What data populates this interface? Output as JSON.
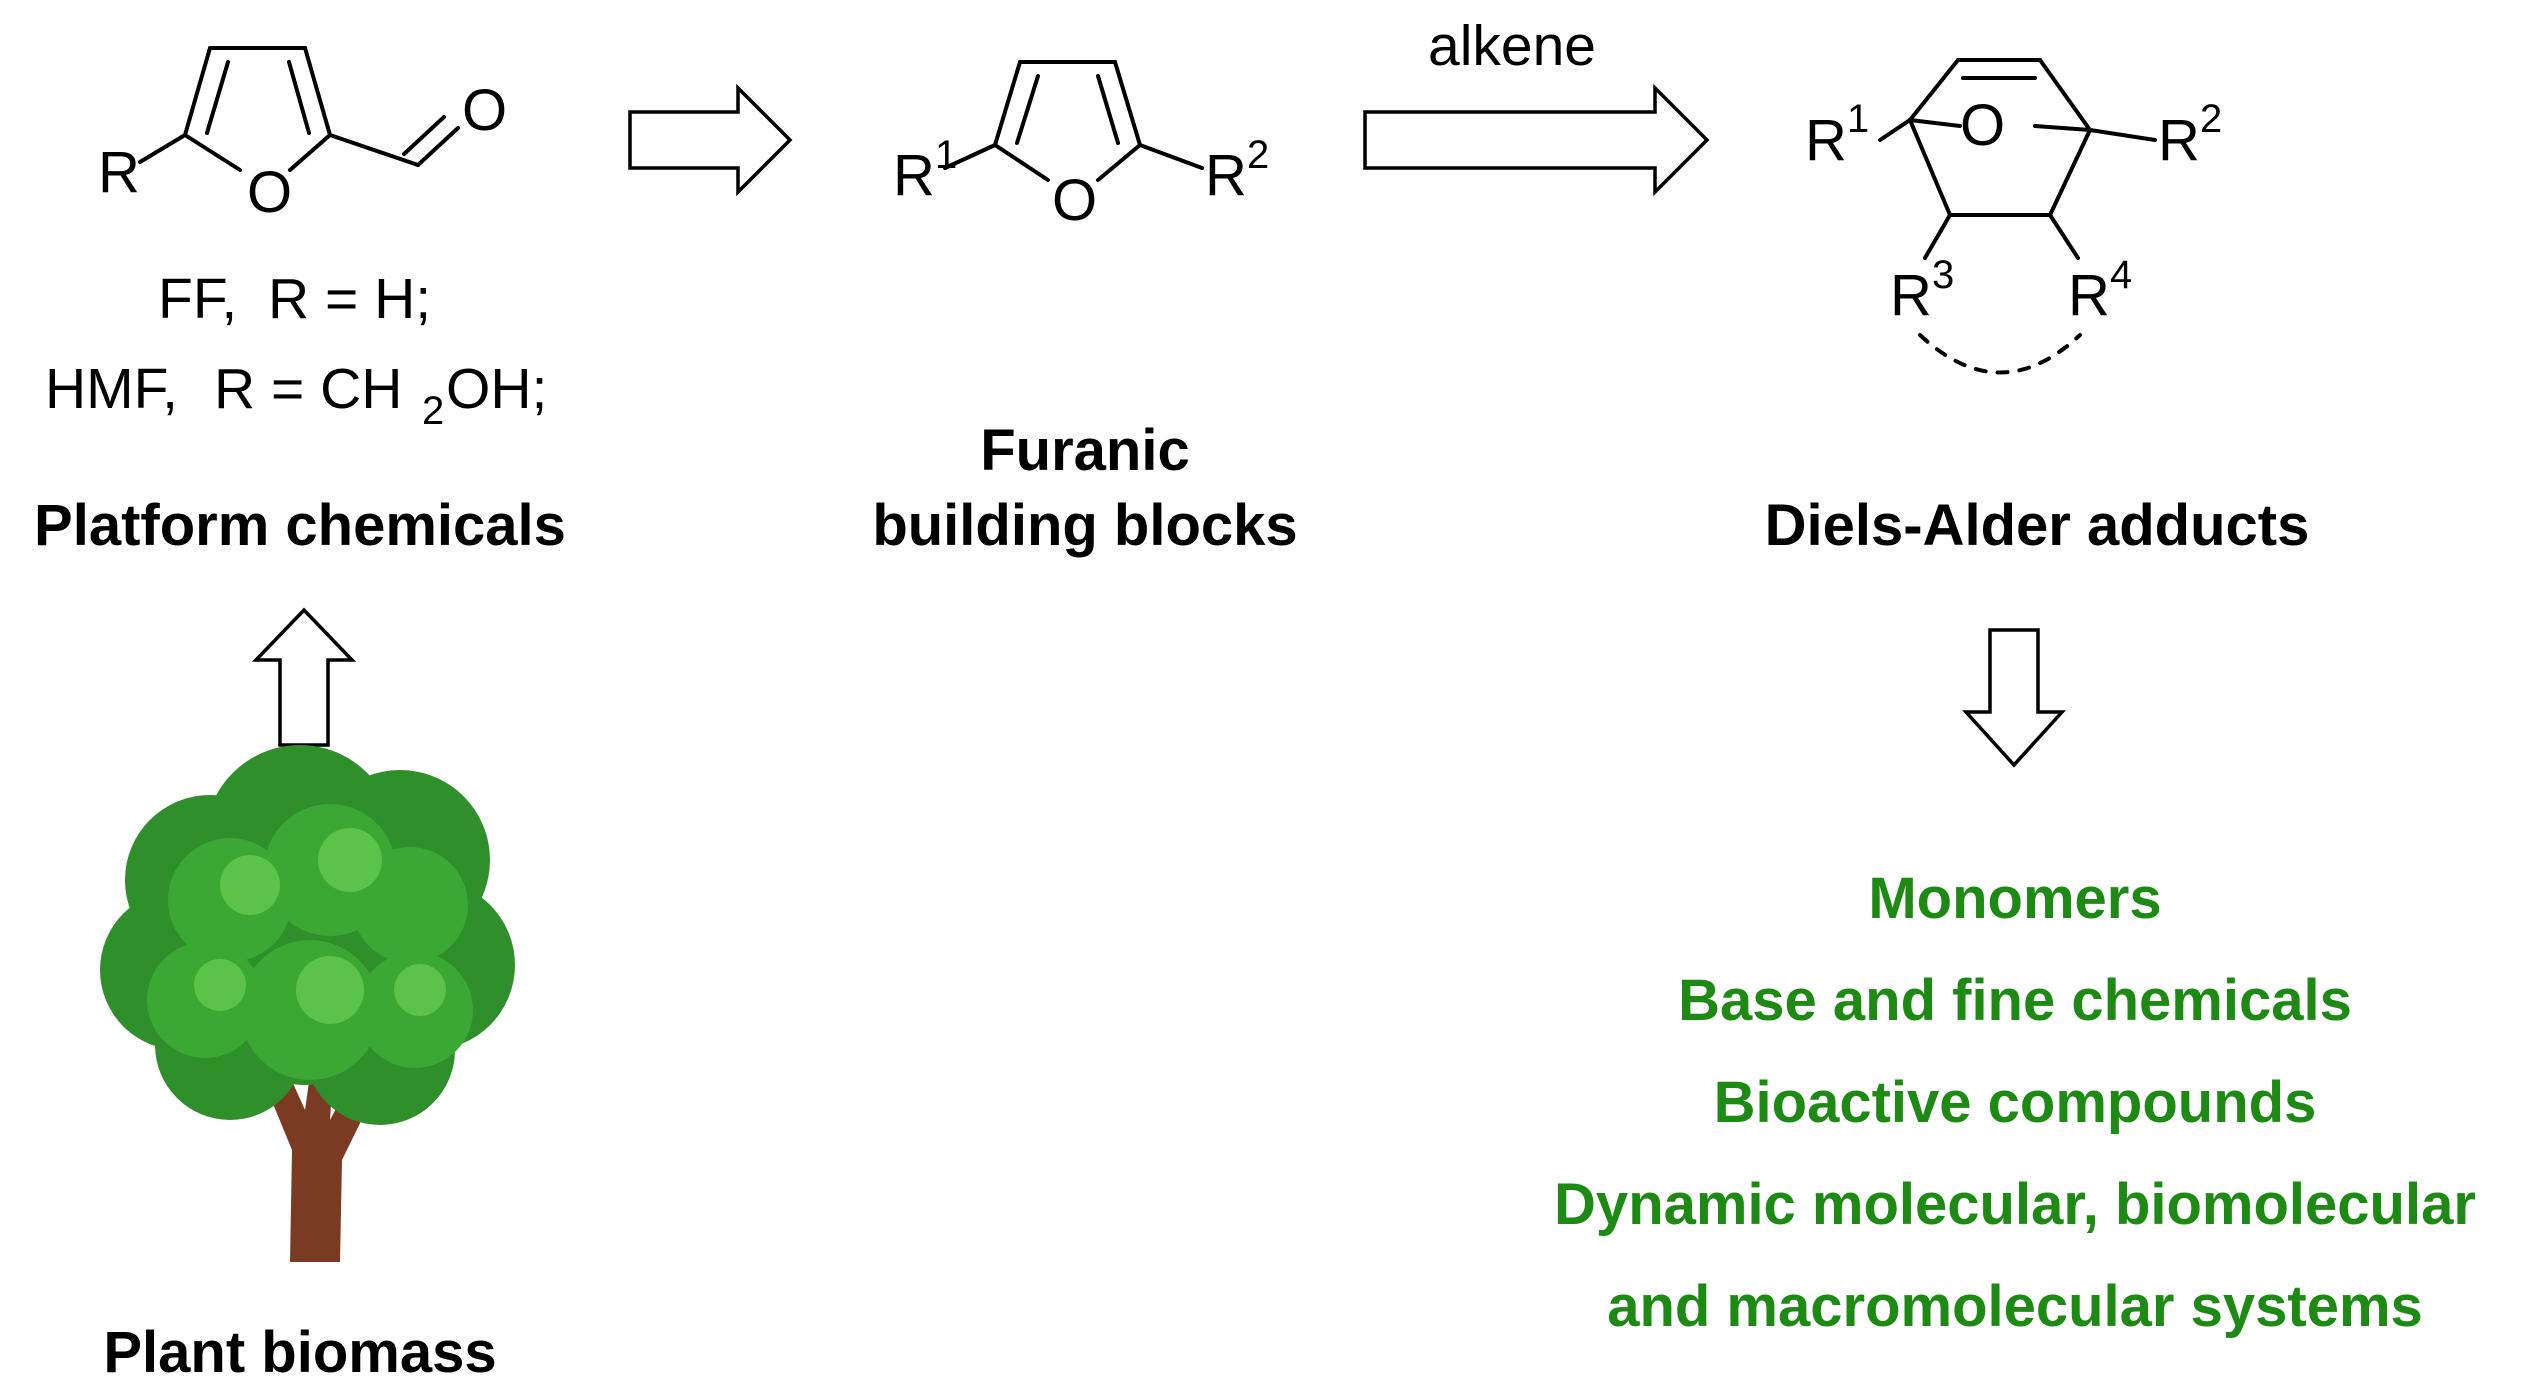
{
  "colors": {
    "text": "#000000",
    "green_text": "#1d8a14",
    "tree_trunk": "#7a3b22",
    "tree_dark": "#2f8f2b",
    "tree_mid": "#3aa833",
    "tree_light": "#5cc24a"
  },
  "platform": {
    "atom_R": "R",
    "atom_O_ring": "O",
    "atom_O_carbonyl": "O",
    "line1_ff": "FF,",
    "line1_rule": "R = H;",
    "line2_hmf": "HMF,",
    "line2_rule_a": "R = CH",
    "line2_sub": "2",
    "line2_rule_b": "OH;",
    "title": "Platform chemicals"
  },
  "biomass": {
    "icon": "tree-icon",
    "title": "Plant biomass"
  },
  "furanic": {
    "r1_base": "R",
    "r1_sup": "1",
    "r2_base": "R",
    "r2_sup": "2",
    "atom_O": "O",
    "title_line1": "Furanic",
    "title_line2": "building blocks"
  },
  "reaction": {
    "reagent": "alkene"
  },
  "adduct": {
    "r1_base": "R",
    "r1_sup": "1",
    "r2_base": "R",
    "r2_sup": "2",
    "r3_base": "R",
    "r3_sup": "3",
    "r4_base": "R",
    "r4_sup": "4",
    "atom_O": "O",
    "title": "Diels-Alder adducts"
  },
  "applications": {
    "items": [
      "Monomers",
      "Base and fine chemicals",
      "Bioactive compounds",
      "Dynamic molecular, biomolecular",
      "and macromolecular systems"
    ]
  }
}
